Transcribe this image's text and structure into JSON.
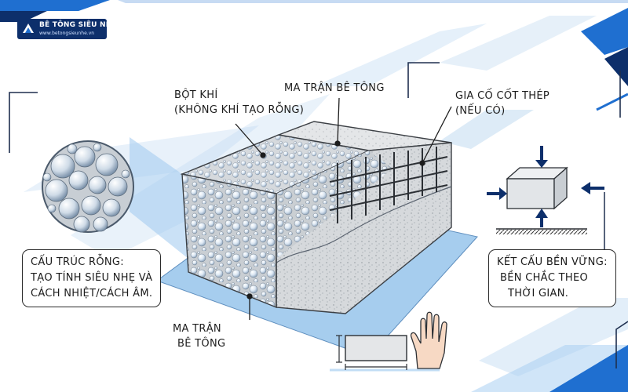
{
  "logo": {
    "name": "BÊ TÔNG SIÊU NHẸ",
    "url": "www.betongsieunhe.vn"
  },
  "labels": {
    "bot_khi": [
      "BỘT KHÍ",
      "(KHÔNG KHÍ TẠO RỖNG)"
    ],
    "ma_tran_top": "MA TRẬN BÊ TÔNG",
    "gia_co": [
      "GIA CỐ CỐT THÉP",
      "(NẾU CÓ)"
    ],
    "cau_truc": [
      "CẤU TRÚC RỖNG:",
      "TẠO TÍNH SIÊU NHẸ VÀ",
      "CÁCH NHIỆT/CÁCH ÂM."
    ],
    "ket_cau": [
      "KẾT CẤU BỀN VỮNG:",
      "BỀN CHẮC THEO",
      "THỜI GIAN."
    ],
    "ma_tran_bottom": [
      "MA TRẬN",
      "BÊ TÔNG"
    ]
  },
  "colors": {
    "brand_navy": "#0d2f6b",
    "accent_blue": "#1f6fd0",
    "light_blue": "#a9d0f2",
    "concrete": "#d9dcdf"
  },
  "icons": [
    "logo-mark-icon",
    "hand-icon",
    "arrow-icon"
  ]
}
